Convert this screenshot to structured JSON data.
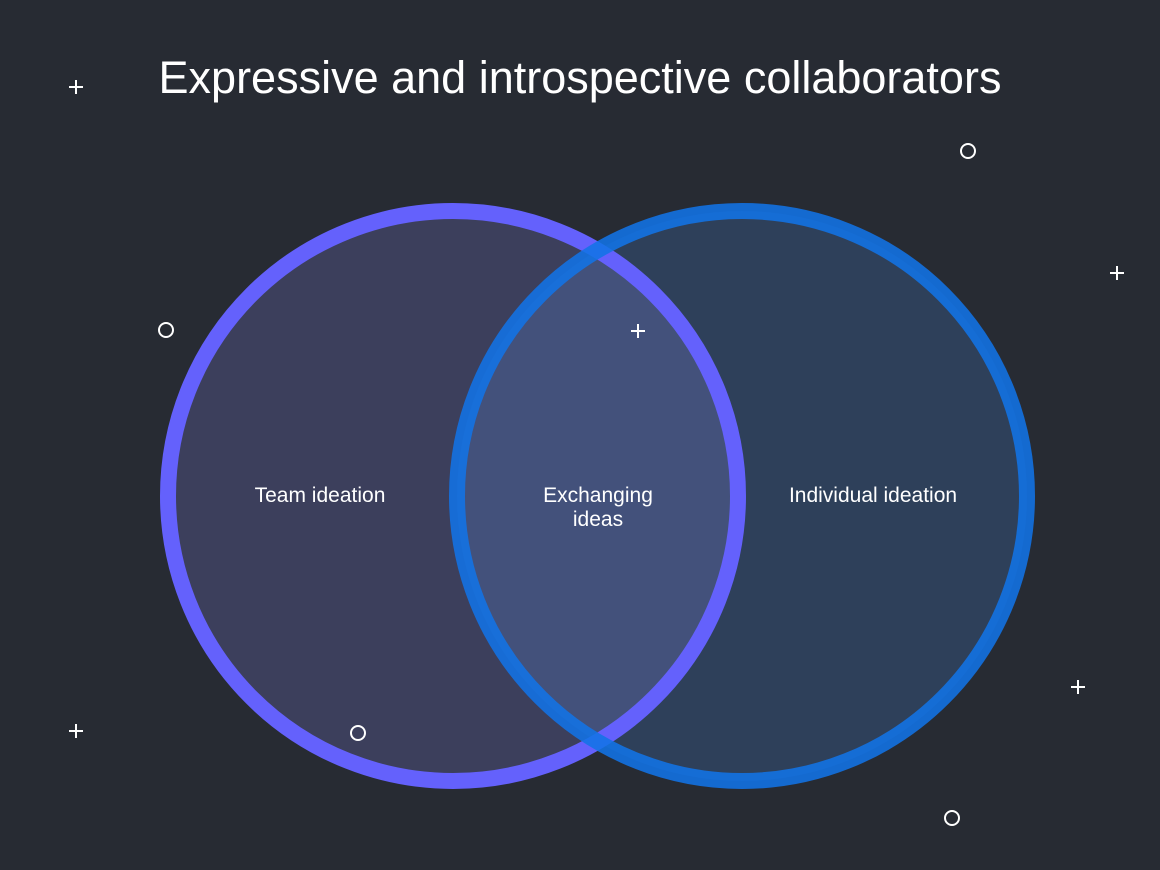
{
  "title": "Expressive and introspective collaborators",
  "sets": {
    "left": {
      "label": "Team ideation",
      "color": "#6461fc"
    },
    "right": {
      "label": "Individual ideation",
      "color": "#1273e6"
    },
    "intersection": {
      "label": "Exchanging ideas"
    }
  }
}
